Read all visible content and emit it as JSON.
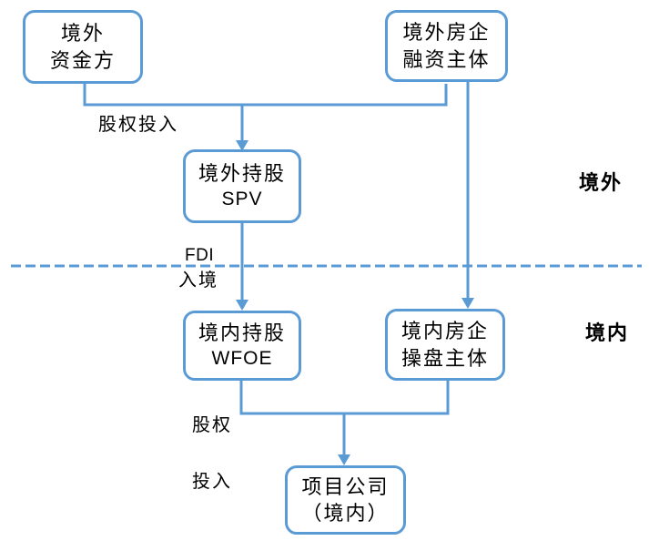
{
  "diagram": {
    "regions": {
      "offshore": "境外",
      "onshore": "境内"
    },
    "nodes": {
      "offshore_fund": {
        "line1": "境外",
        "line2": "资金方"
      },
      "offshore_developer": {
        "line1": "境外房企",
        "line2": "融资主体"
      },
      "offshore_spv": {
        "line1": "境外持股",
        "line2": "SPV"
      },
      "onshore_wfoe": {
        "line1": "境内持股",
        "line2": "WFOE"
      },
      "onshore_operator": {
        "line1": "境内房企",
        "line2": "操盘主体"
      },
      "project_company": {
        "line1": "项目公司",
        "line2": "（境内）"
      }
    },
    "edge_labels": {
      "equity_investment_top": "股权投入",
      "fdi": "FDI",
      "entry": "入境",
      "equity_bottom_line1": "股权",
      "equity_bottom_line2": "投入"
    },
    "colors": {
      "line": "#5B9BD5",
      "text": "#000000",
      "background": "#FFFFFF"
    }
  }
}
